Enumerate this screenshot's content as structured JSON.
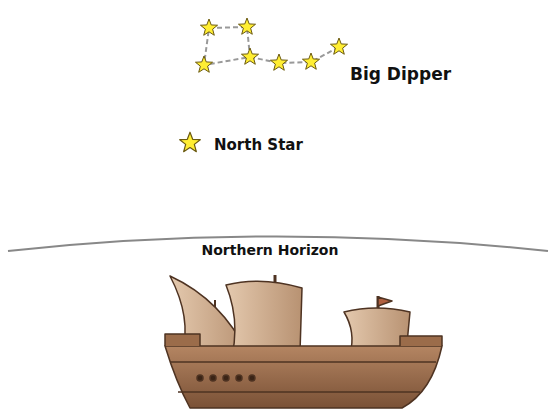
{
  "diagram": {
    "labels": [
      "Big Dipper",
      "North Star",
      "Northern Horizon"
    ]
  }
}
